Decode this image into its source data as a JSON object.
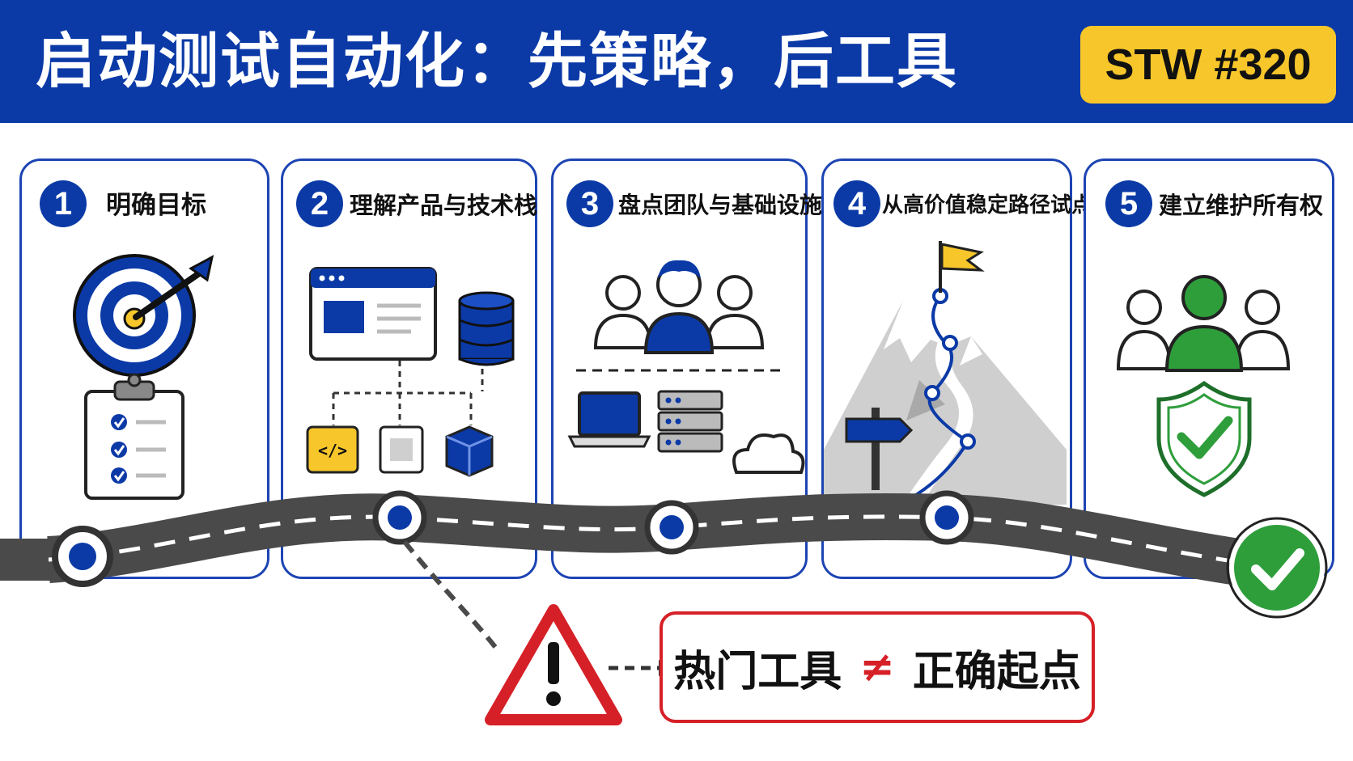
{
  "header": {
    "title": "启动测试自动化：先策略，后工具",
    "badge": "STW #320"
  },
  "steps": [
    {
      "number": "1",
      "label": "明确目标",
      "icon": "target-checklist-icon"
    },
    {
      "number": "2",
      "label": "理解产品与技术栈",
      "icon": "tech-stack-icon"
    },
    {
      "number": "3",
      "label": "盘点团队与基础设施",
      "icon": "team-infrastructure-icon"
    },
    {
      "number": "4",
      "label": "从高价值稳定路径试点",
      "icon": "mountain-path-icon"
    },
    {
      "number": "5",
      "label": "建立维护所有权",
      "icon": "ownership-shield-icon"
    }
  ],
  "code_glyph": "</>",
  "warning": {
    "left_text": "热门工具",
    "symbol": "≠",
    "right_text": "正确起点"
  },
  "colors": {
    "brand_blue": "#0b3aa7",
    "badge_yellow": "#f7c62a",
    "road_gray": "#4a4a4a",
    "success_green": "#2e9e3b",
    "warning_red": "#d62027"
  }
}
